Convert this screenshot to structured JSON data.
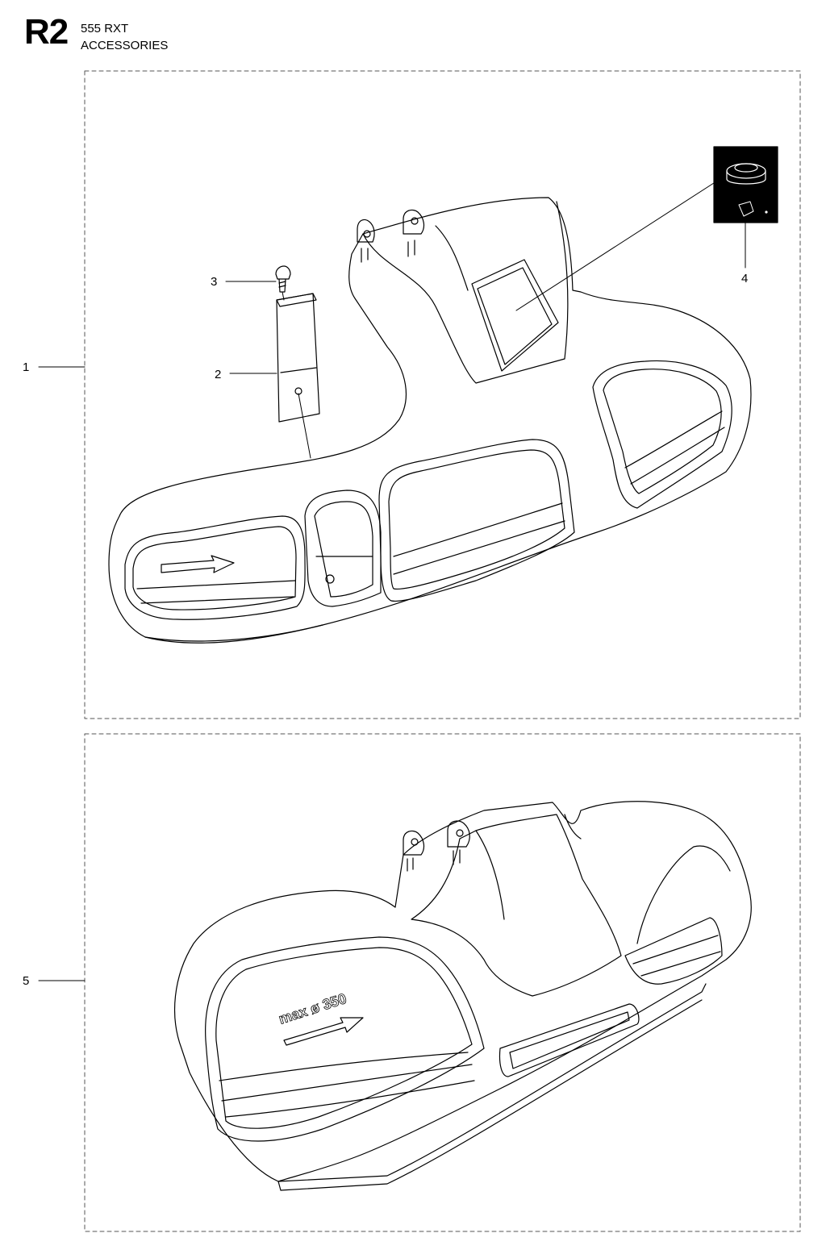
{
  "header": {
    "code": "R2",
    "model": "555 RXT",
    "section": "ACCESSORIES"
  },
  "groups": [
    {
      "label": "1"
    },
    {
      "label": "5"
    }
  ],
  "callouts": [
    {
      "label": "2"
    },
    {
      "label": "3"
    },
    {
      "label": "4"
    }
  ],
  "guard_marking": "max ø 350",
  "colors": {
    "line": "#000000",
    "frame": "#555555",
    "kit_bg": "#000000"
  }
}
